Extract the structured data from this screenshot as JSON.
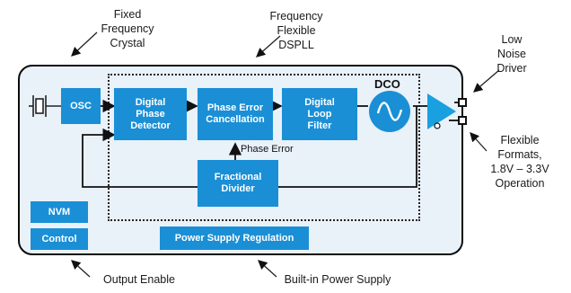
{
  "annotations": {
    "fixed_crystal": "Fixed\nFrequency\nCrystal",
    "flexible_dspll": "Frequency\nFlexible\nDSPLL",
    "low_noise_driver": "Low\nNoise\nDriver",
    "flexible_formats": "Flexible\nFormats,\n1.8V – 3.3V\nOperation",
    "output_enable": "Output Enable",
    "power_supply": "Built-in Power Supply"
  },
  "blocks": {
    "osc": "OSC",
    "digital_phase_detector": "Digital\nPhase\nDetector",
    "phase_error_cancellation": "Phase Error\nCancellation",
    "digital_loop_filter": "Digital\nLoop\nFilter",
    "fractional_divider": "Fractional\nDivider",
    "nvm": "NVM",
    "control": "Control",
    "power_supply_regulation": "Power Supply Regulation"
  },
  "labels": {
    "dco": "DCO",
    "phase_error": "Phase Error"
  },
  "colors": {
    "block_blue": "#1a8fd6",
    "chip_fill": "#e9f1f9",
    "driver_blue": "#19a0e0"
  }
}
